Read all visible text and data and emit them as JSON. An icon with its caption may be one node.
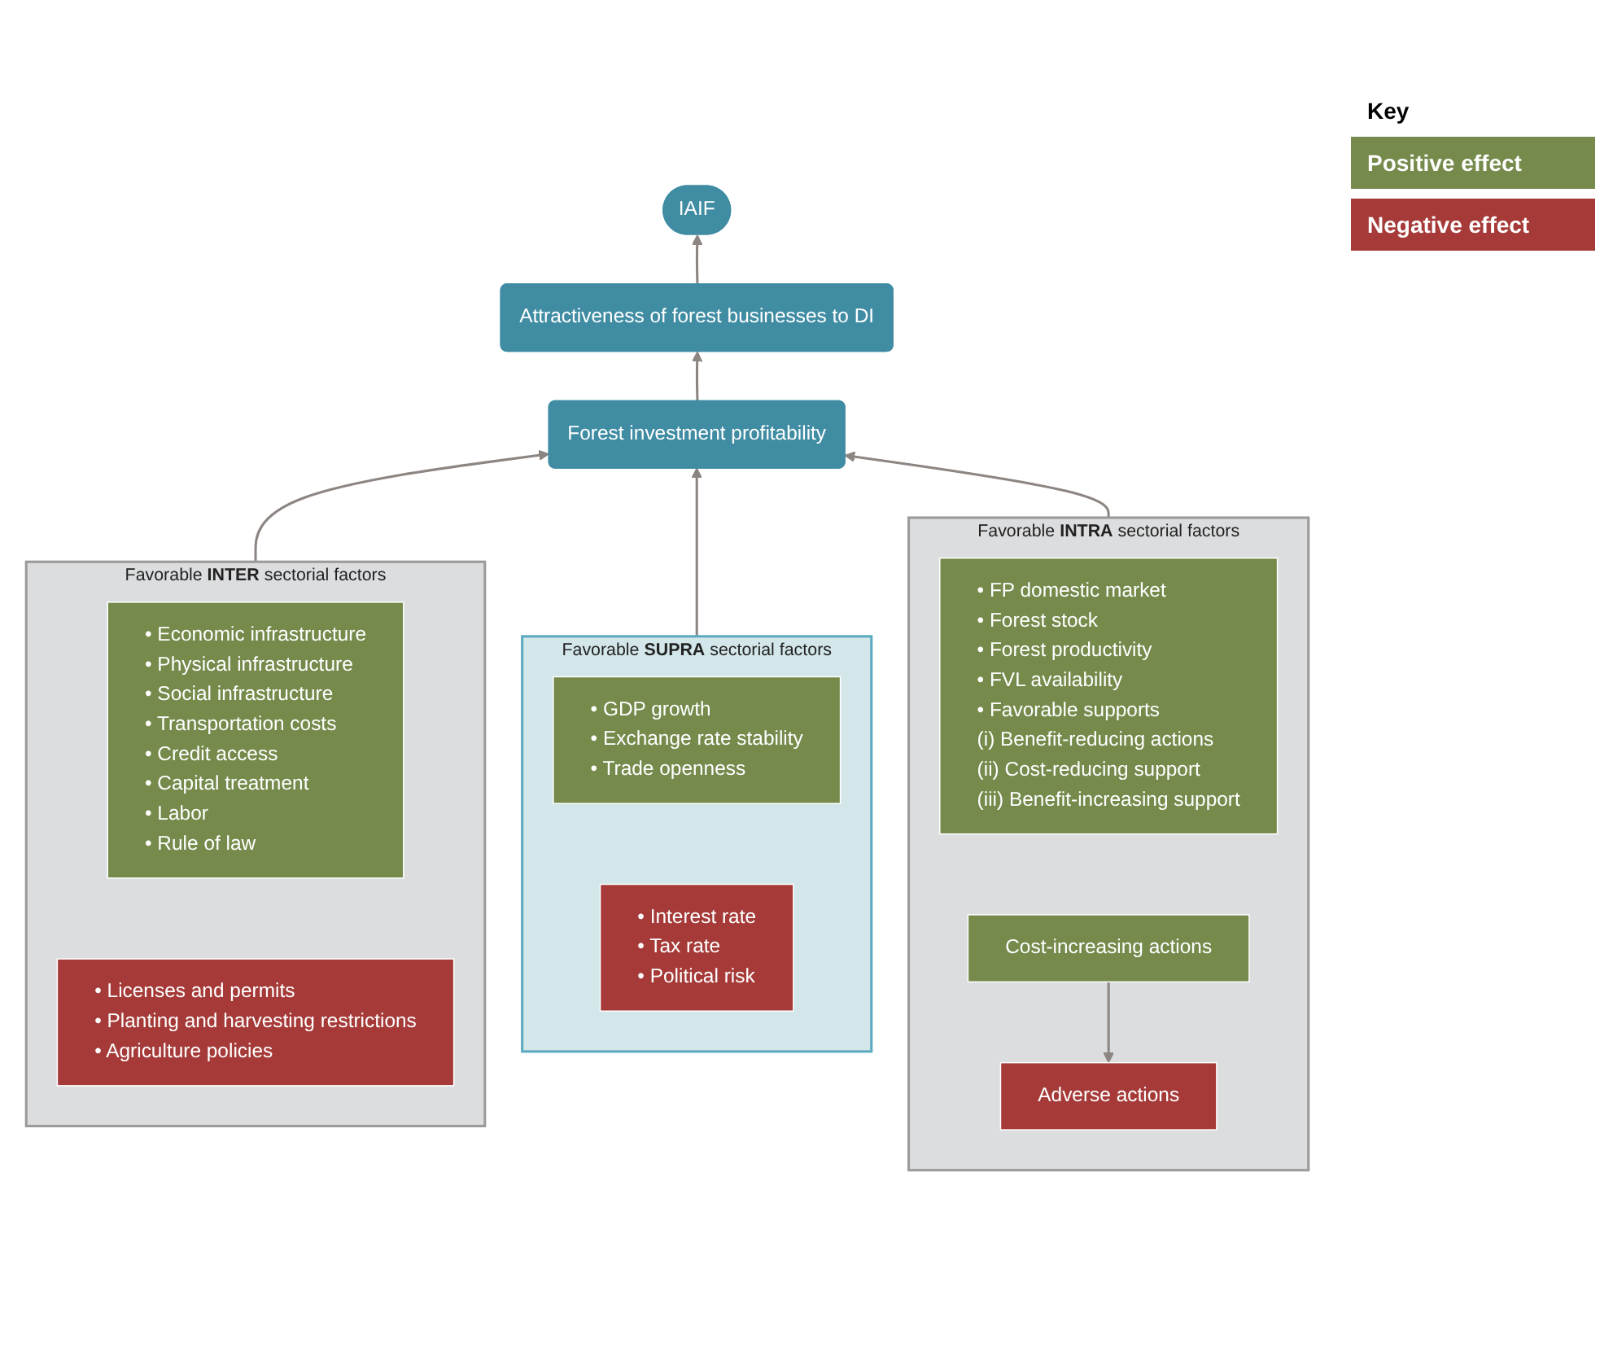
{
  "diagram": {
    "nodes": [
      {
        "text": [
          "IAIF"
        ]
      },
      {
        "text": [
          "Attractiveness of forest businesses to DI"
        ]
      },
      {
        "text": [
          "Forest investment profitability"
        ]
      },
      {
        "text": [
          "Favorable **INTER** sectorial factors"
        ]
      },
      {
        "text": [
          "• Economic infrastructure",
          "• Physical infrastructure",
          "• Social infrastructure",
          "• Transportation costs",
          "• Credit access",
          "• Capital treatment",
          "• Labor",
          "• Rule of law"
        ],
        "in": 3
      },
      {
        "text": [
          "• Licenses and permits",
          "• Planting and harvesting restrictions",
          "• Agriculture policies"
        ],
        "in": 3
      },
      {
        "text": [
          "Favorable **SUPRA** sectorial factors"
        ]
      },
      {
        "text": [
          "• GDP growth",
          "• Exchange rate stability",
          "• Trade openness"
        ],
        "in": 6
      },
      {
        "text": [
          "• Interest rate",
          "• Tax rate",
          "• Political risk"
        ],
        "in": 6
      },
      {
        "text": [
          "Favorable **INTRA** sectorial factors"
        ]
      },
      {
        "text": [
          "• FP domestic market",
          "• Forest stock",
          "• Forest productivity",
          "• FVL availability",
          "• Favorable supports",
          "(i) Benefit-reducing actions",
          "(ii) Cost-reducing support",
          "(iii) Benefit-increasing support"
        ],
        "in": 9
      },
      {
        "text": [
          "Cost-increasing actions"
        ],
        "in": 9
      },
      {
        "text": [
          "Adverse actions"
        ],
        "in": 9
      }
    ],
    "edges": [
      {
        "from": 1,
        "to": 0,
        "arrow": "to"
      },
      {
        "from": 2,
        "to": 1,
        "arrow": "to"
      },
      {
        "from": 3,
        "to": 2,
        "arrow": "to"
      },
      {
        "from": 6,
        "to": 2,
        "arrow": "to"
      },
      {
        "from": 9,
        "to": 2,
        "arrow": "to"
      },
      {
        "from": 11,
        "to": 12,
        "arrow": "to"
      }
    ],
    "labels": [
      "Key"
    ],
    "legend": [
      {
        "text": "Positive effect",
        "color": "#758a4b"
      },
      {
        "text": "Negative effect",
        "color": "#a53a38"
      }
    ]
  }
}
